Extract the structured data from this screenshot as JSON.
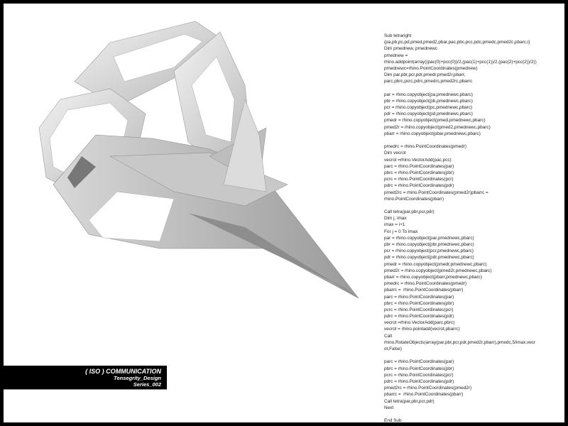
{
  "code_lines": [
    "Sub tetraright",
    "(pa,pb,pc,pd,pmed,pmed2,pbar,pac,pbc,pcc,pdc,pmedc,pmed2c,pbarc,i)",
    "Dim pmednew, pmednewc",
    "pmednew =",
    "rhino.addpoint(array((pac(0)+pcc(0))/2,(pac(1)+pcc(1))/2,(pac(2)+pcc(2))/2))",
    "pmednewc=rhino.PointCoordinates(pmednew)",
    "Dim par,pbr,pcr,pdr,pmedr,pmed2r,pbarr,",
    "parc,pbrc,pcrc,pdrc,pmedrc,pmed2rc,pbarrc",
    "",
    "par = rhino.copyobject(pa,pmednewc,pbarc)",
    "pbr = rhino.copyobject(pb,pmednewc,pbarc)",
    "pcr = rhino.copyobject(pc,pmednewc,pbarc)",
    "pdr = rhino.copyobject(pd,pmednewc,pbarc)",
    "pmedr = rhino.copyobject(pmed,pmednewc,pbarc)",
    "pmed2r = rhino.copyobject(pmed2,pmednewc,pbarc)",
    "pbarr = rhino.copyobject(pbar,pmednewc,pbarc)",
    "",
    "pmedrc = rhino.PointCoordinates(pmedr)",
    "Dim vecrot",
    "vecrot =rhino.VectorAdd(pac,pcc)",
    "parc = rhino.PointCoordinates(par)",
    "pbrc = rhino.PointCoordinates(pbr)",
    "pcrc = rhino.PointCoordinates(pcr)",
    "pdrc = rhino.PointCoordinates(pdr)",
    "pmed2rc = rhino.PointCoordinates(pmed2r)pbarrc =",
    "rhino.PointCoordinates(pbarr)",
    "",
    "Call tetra(par,pbr,pcr,pdr)",
    "Dim j, imax",
    "imax = i+1",
    "For j = 0 To imax",
    "par = rhino.copyobject(par,pmednewc,pbarc)",
    "pbr = rhino.copyobject(pbr,pmednewc,pbarc)",
    "pcr = rhino.copyobject(pcr,pmednewc,pbarc)",
    "pdr = rhino.copyobject(pdr,pmednewc,pbarc)",
    "pmedr = rhino.copyobject(pmedr,pmednewc,pbarc)",
    "pmed2r = rhino.copyobject(pmed2r,pmednewc,pbarc)",
    "pbarr = rhino.copyobject(pbarr,pmednewc,pbarc)",
    "pmedrc = rhino.PointCoordinates(pmedr)",
    "pbarrc =  rhino.PointCoordinates(pbarr)",
    "parc = rhino.PointCoordinates(par)",
    "pbrc = rhino.PointCoordinates(pbr)",
    "pcrc = rhino.PointCoordinates(pcr)",
    "pdrc = rhino.PointCoordinates(pdr)",
    "vecrot =rhino.VectorAdd(parc,pbrc)",
    "vecrot = rhino.pointadd(vecrot,pbarrc)",
    "Call",
    "rhino.RotateObjects(array(par,pbr,pcr,pdr,pmed2r,pbarr),pmedc,5/imax,vecr",
    "ot,False)",
    "",
    "parc = rhino.PointCoordinates(par)",
    "pbrc = rhino.PointCoordinates(pbr)",
    "pcrc = rhino.PointCoordinates(pcr)",
    "pdrc = rhino.PointCoordinates(pdr)",
    "pmed2rc = rhino.PointCoordinates(pmed2r)",
    "pbarrc =  rhino.PointCoordinates(pbarr)",
    "Call tetra(par,pbr,pcr,pdr)",
    "Next",
    "",
    "End Sub"
  ],
  "title_band": {
    "title": "( ISO ) COMMUNICATION",
    "subtitle": "Tensegrity_Design",
    "series": "Series_002"
  }
}
